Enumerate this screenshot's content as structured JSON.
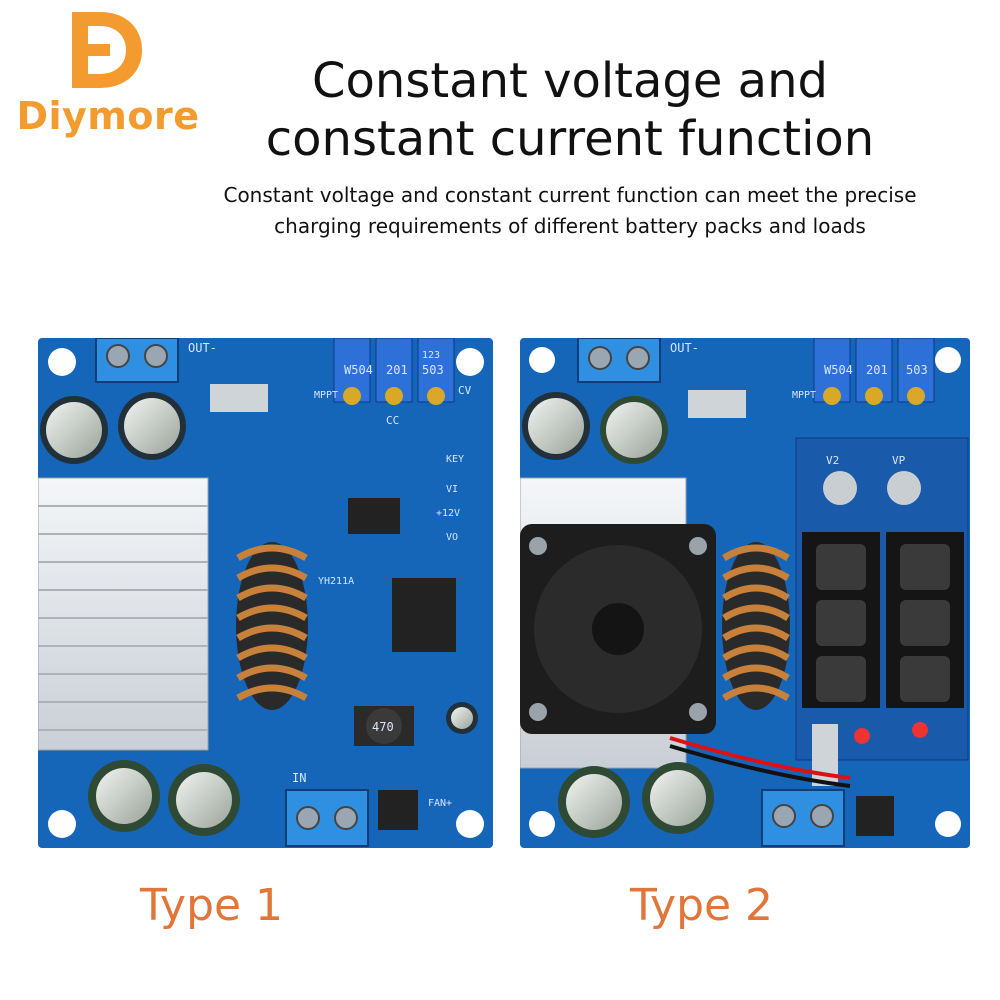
{
  "brand": {
    "name": "Diymore",
    "color": "#f39b2e"
  },
  "heading": {
    "title_line1": "Constant voltage and",
    "title_line2": "constant current function",
    "subtitle_line1": "Constant voltage and constant current function can meet the precise",
    "subtitle_line2": "charging requirements of different battery packs and loads"
  },
  "products": [
    {
      "label": "Type 1",
      "pcb_color": "#1565b8",
      "silkscreen": {
        "out": "OUT-",
        "pot1": "W504",
        "pot2": "201",
        "pot3": "503",
        "pot3_top": "123",
        "mppt": "MPPT",
        "cv": "CV",
        "cc": "CC",
        "key": "KEY",
        "vi": "VI",
        "v12": "+12V",
        "vo": "VO",
        "model": "YH211A",
        "inductor": "470",
        "in": "IN",
        "fan": "FAN+"
      }
    },
    {
      "label": "Type 2",
      "pcb_color": "#1565b8",
      "silkscreen": {
        "out": "OUT-",
        "pot1": "W504",
        "pot2": "201",
        "pot3": "503",
        "mppt": "MPPT",
        "v2": "V2",
        "vp": "VP"
      }
    }
  ],
  "label_color": "#e0763a"
}
